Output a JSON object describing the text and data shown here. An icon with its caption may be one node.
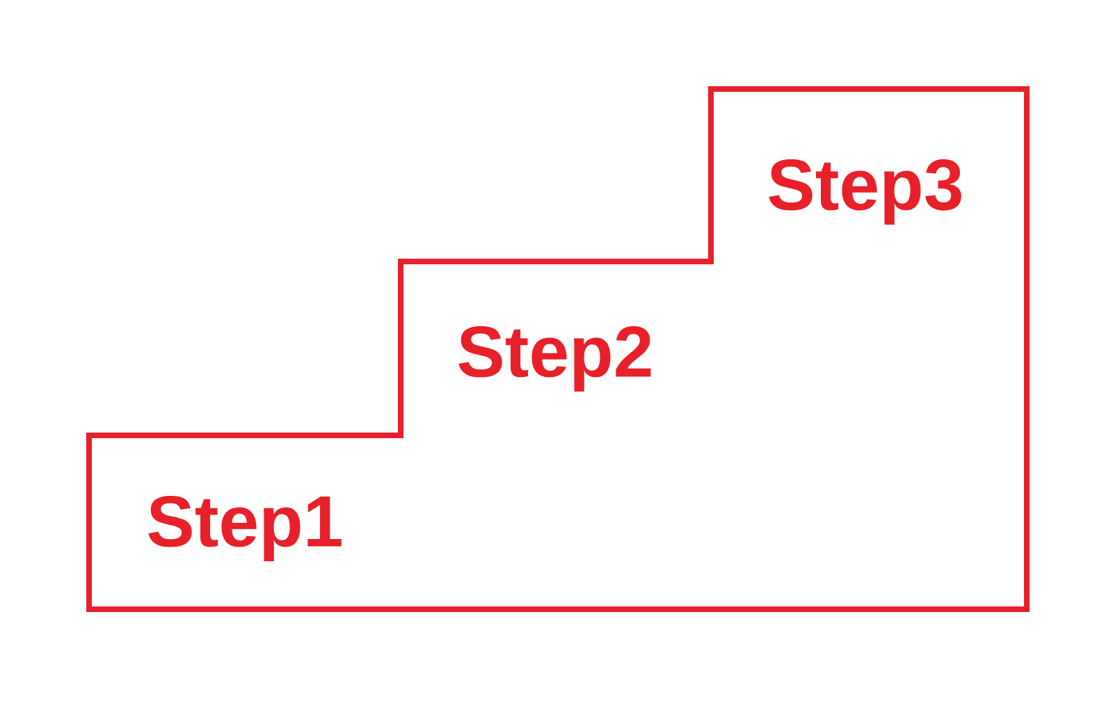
{
  "diagram": {
    "nodes": [
      {
        "text": [
          "Step1",
          "Step2",
          "Step3"
        ]
      }
    ]
  }
}
